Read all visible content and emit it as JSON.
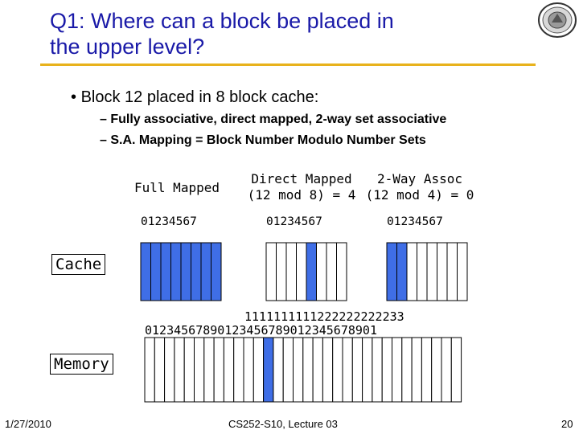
{
  "slide": {
    "title_line1": "Q1: Where can a block be placed in",
    "title_line2": "the upper level?",
    "bullet": "Block 12 placed in 8 block cache:",
    "subbullets": [
      "Fully associative, direct mapped, 2-way set associative",
      "S.A. Mapping = Block Number Modulo Number Sets"
    ],
    "columns": [
      {
        "header_line1": "Full Mapped",
        "header_line2": "",
        "digits": "01234567"
      },
      {
        "header_line1": "Direct Mapped",
        "header_line2": "(12 mod 8) = 4",
        "digits": "01234567"
      },
      {
        "header_line1": "2-Way Assoc",
        "header_line2": "(12 mod 4) = 0",
        "digits": "01234567"
      }
    ],
    "cache_label": "Cache",
    "memory_label": "Memory",
    "memory_tens": "1111111111222222222233",
    "memory_ones": "01234567890123456789012345678901",
    "footer_date": "1/27/2010",
    "footer_course": "CS252-S10, Lecture 03",
    "footer_page": "20"
  },
  "cache_state": {
    "full_mapped_highlight": [
      0,
      1,
      2,
      3,
      4,
      5,
      6,
      7
    ],
    "direct_mapped_highlight": [
      4
    ],
    "two_way_highlight": [
      0,
      1
    ],
    "memory_highlight": [
      12
    ]
  },
  "colors": {
    "title": "#1a1aa8",
    "rule": "#e8b21c",
    "highlight": "#3f6ee6"
  }
}
